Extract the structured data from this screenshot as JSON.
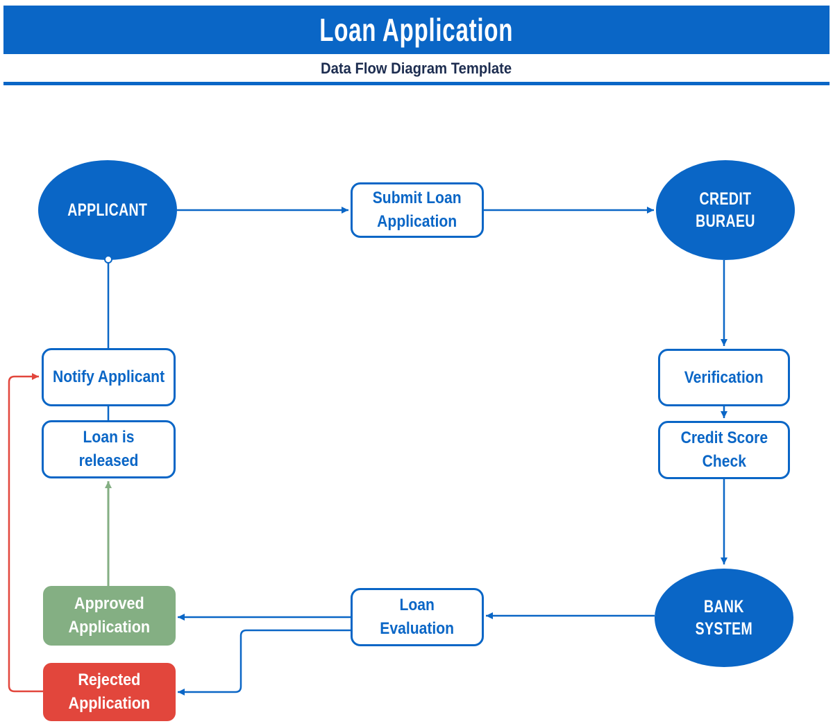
{
  "header": {
    "title": "Loan Application",
    "subtitle": "Data Flow Diagram Template"
  },
  "colors": {
    "primary_blue": "#0a66c6",
    "approved_green": "#84af83",
    "rejected_red": "#e2463c",
    "subtitle_navy": "#1d2d50"
  },
  "nodes": {
    "applicant": {
      "label": "APPLICANT",
      "type": "external-entity"
    },
    "submit_loan": {
      "label": "Submit Loan\nApplication",
      "type": "process"
    },
    "credit_bureau": {
      "label": "CREDIT\nBURAEU",
      "type": "external-entity"
    },
    "verification": {
      "label": "Verification",
      "type": "process"
    },
    "credit_score_check": {
      "label": "Credit Score\nCheck",
      "type": "process"
    },
    "bank_system": {
      "label": "BANK\nSYSTEM",
      "type": "external-entity"
    },
    "loan_evaluation": {
      "label": "Loan\nEvaluation",
      "type": "process"
    },
    "approved_application": {
      "label": "Approved\nApplication",
      "type": "outcome-approved"
    },
    "rejected_application": {
      "label": "Rejected\nApplication",
      "type": "outcome-rejected"
    },
    "notify_applicant": {
      "label": "Notify Applicant",
      "type": "process"
    },
    "loan_released": {
      "label": "Loan is released",
      "type": "process"
    }
  },
  "edges": [
    {
      "from": "applicant",
      "to": "submit_loan",
      "color": "#0a66c6",
      "arrow": true
    },
    {
      "from": "submit_loan",
      "to": "credit_bureau",
      "color": "#0a66c6",
      "arrow": true
    },
    {
      "from": "credit_bureau",
      "to": "verification",
      "color": "#0a66c6",
      "arrow": true
    },
    {
      "from": "verification",
      "to": "credit_score_check",
      "color": "#0a66c6",
      "arrow": true
    },
    {
      "from": "credit_score_check",
      "to": "bank_system",
      "color": "#0a66c6",
      "arrow": true
    },
    {
      "from": "bank_system",
      "to": "loan_evaluation",
      "color": "#0a66c6",
      "arrow": true
    },
    {
      "from": "loan_evaluation",
      "to": "approved_application",
      "color": "#0a66c6",
      "arrow": true
    },
    {
      "from": "loan_evaluation",
      "to": "rejected_application",
      "color": "#0a66c6",
      "arrow": true
    },
    {
      "from": "approved_application",
      "to": "loan_released",
      "color": "#84af83",
      "arrow": true
    },
    {
      "from": "loan_released",
      "to": "notify_applicant",
      "color": "#0a66c6",
      "arrow": false
    },
    {
      "from": "notify_applicant",
      "to": "applicant",
      "color": "#0a66c6",
      "arrow": false
    },
    {
      "from": "rejected_application",
      "to": "notify_applicant",
      "color": "#e2463c",
      "arrow": true
    }
  ]
}
